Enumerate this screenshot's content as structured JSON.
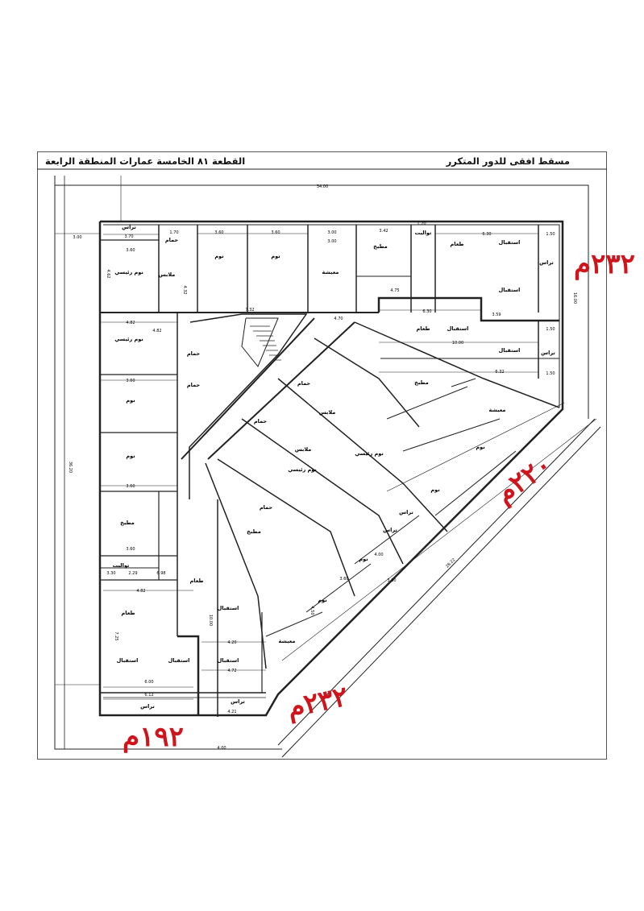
{
  "header": {
    "plot_title": "القطعة ٨١  الخامسة عمارات  المنطقة الرابعة",
    "plan_title": "مسقط افقى للدور المتكرر"
  },
  "street_labels": {
    "top_right": "٢٣٢م",
    "diagonal": "٢٢٠م",
    "bottom_diagonal": "٢٣٢م",
    "bottom_left": "١٩٢م"
  },
  "room_labels": [
    "تراس",
    "نوم رئيسي",
    "حمام",
    "ملابس",
    "نوم",
    "نوم",
    "معيشة",
    "مطبخ",
    "تواليت",
    "طعام",
    "استقبال",
    "استقبال",
    "تراس",
    "طعام",
    "استقبال",
    "استقبال",
    "تراس",
    "نوم رئيسي",
    "حمام",
    "حمام",
    "نوم",
    "نوم",
    "مطبخ",
    "تواليت",
    "طعام",
    "استقبال",
    "استقبال",
    "طعام",
    "استقبال",
    "استقبال",
    "تراس",
    "تراس",
    "معيشة",
    "نوم",
    "نوم",
    "تراس",
    "تراس",
    "مطبخ",
    "حمام",
    "نوم رئيسي",
    "نوم",
    "نوم",
    "معيشة",
    "مطبخ",
    "نوم رئيسي",
    "ملابس",
    "حمام",
    "حمام",
    "ملابس"
  ],
  "dimensions": [
    "34.00",
    "3.00",
    "3.00",
    "3.70",
    "1.70",
    "3.60",
    "3.60",
    "3.00",
    "3.42",
    "1.20",
    "6.30",
    "1.50",
    "3.60",
    "4.82",
    "7.32",
    "4.70",
    "4.75",
    "6.30",
    "3.59",
    "10.00",
    "6.32",
    "1.50",
    "1.50",
    "4.82",
    "3.60",
    "3.60",
    "3.60",
    "3.30",
    "2.29",
    "6.98",
    "4.82",
    "6.00",
    "6.12",
    "4.20",
    "4.72",
    "4.21",
    "4.00",
    "3.60",
    "4.00",
    "4.50",
    "3.60",
    "16.00",
    "36.20",
    "28.22",
    "10.00",
    "7.25",
    "4.62",
    "4.32"
  ],
  "colors": {
    "street_label": "#d0141c",
    "line": "#222222"
  }
}
